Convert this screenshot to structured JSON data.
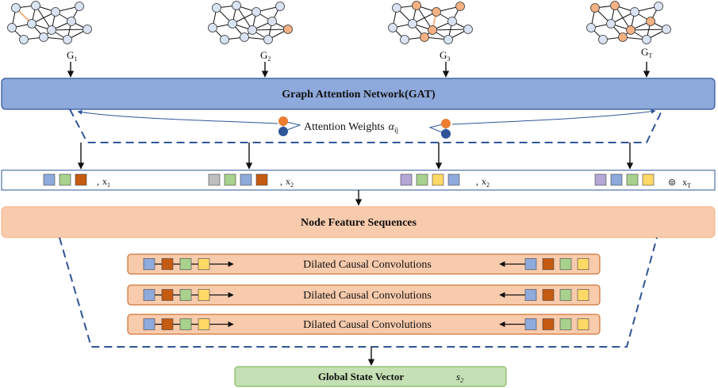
{
  "graphs": [
    {
      "label": "G",
      "sub": "1"
    },
    {
      "label": "G",
      "sub": "2"
    },
    {
      "label": "G",
      "sub": "3"
    },
    {
      "label": "G",
      "sub": "T"
    }
  ],
  "gat": {
    "title": "Graph Attention Network(GAT)"
  },
  "attention": {
    "text": "Attention Weights",
    "symbol": "α",
    "sub": "ij"
  },
  "features": [
    {
      "label": "x",
      "sub": "1",
      "prefix": ","
    },
    {
      "label": "x",
      "sub": "2",
      "prefix": ","
    },
    {
      "label": "x",
      "sub": "2",
      "prefix": ","
    },
    {
      "label": "x",
      "sub": "T",
      "prefix": "⊜"
    }
  ],
  "sequences": {
    "title": "Node Feature Sequences"
  },
  "convolutions": [
    {
      "label": "Dilated Causal Convolutions"
    },
    {
      "label": "Dilated Causal Convolutions"
    },
    {
      "label": "Dilated Causal Convolutions"
    }
  ],
  "global_state": {
    "title": "Global State Vector",
    "symbol": "s",
    "sub": "2"
  },
  "colors": {
    "gat_fill": "#8ea9db",
    "peach": "#f8cbad",
    "peach_dark": "#f4b183",
    "green_box": "#c5e0b4",
    "sq_blue": "#8faadc",
    "sq_green": "#a9d18e",
    "sq_orange": "#c55a11",
    "sq_yellow": "#ffd966",
    "sq_purple": "#b4a7d6",
    "sq_gray": "#bfbfbf",
    "node": "#dae3f3",
    "node_orange": "#f4b183",
    "dash": "#2f5597"
  }
}
